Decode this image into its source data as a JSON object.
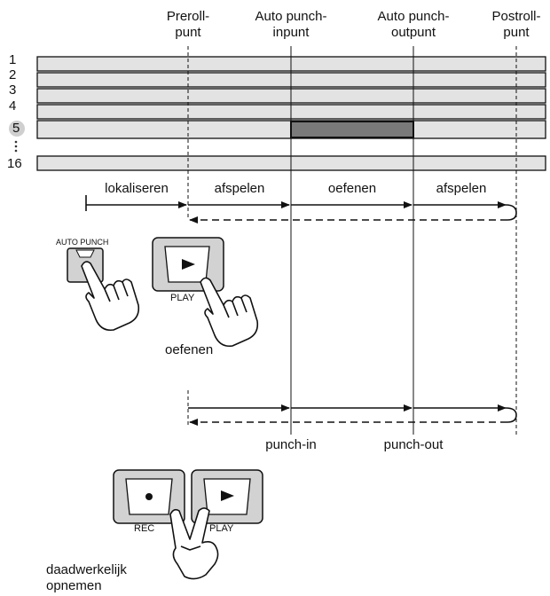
{
  "markers": {
    "preroll_line1": "Preroll-",
    "preroll_line2": "punt",
    "punchin_line1": "Auto punch-",
    "punchin_line2": "inpunt",
    "punchout_line1": "Auto punch-",
    "punchout_line2": "outpunt",
    "postroll_line1": "Postroll-",
    "postroll_line2": "punt"
  },
  "tracks": [
    "1",
    "2",
    "3",
    "4",
    "5",
    "16"
  ],
  "phases": {
    "locate": "lokaliseren",
    "play1": "afspelen",
    "rehearse": "oefenen",
    "play2": "afspelen"
  },
  "buttons": {
    "auto_punch": "AUTO PUNCH",
    "play": "PLAY",
    "rec": "REC"
  },
  "captions": {
    "rehearse": "oefenen",
    "punch_in": "punch-in",
    "punch_out": "punch-out",
    "record_line1": "daadwerkelijk",
    "record_line2": "opnemen"
  },
  "colors": {
    "track_fill": "#e3e3e3",
    "punch_region": "#7a7a7a",
    "button_face": "#d2d2d2"
  }
}
